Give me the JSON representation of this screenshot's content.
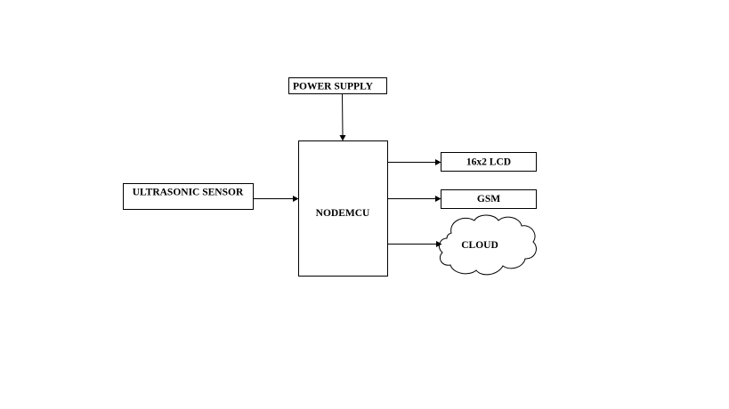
{
  "diagram": {
    "nodes": {
      "power_supply": "POWER SUPPLY",
      "nodemcu": "NODEMCU",
      "ultrasonic_sensor": "ULTRASONIC SENSOR",
      "lcd": "16x2 LCD",
      "gsm": "GSM",
      "cloud": "CLOUD"
    },
    "connections": [
      {
        "from": "POWER SUPPLY",
        "to": "NODEMCU"
      },
      {
        "from": "ULTRASONIC SENSOR",
        "to": "NODEMCU"
      },
      {
        "from": "NODEMCU",
        "to": "16x2 LCD"
      },
      {
        "from": "NODEMCU",
        "to": "GSM"
      },
      {
        "from": "NODEMCU",
        "to": "CLOUD"
      }
    ]
  }
}
